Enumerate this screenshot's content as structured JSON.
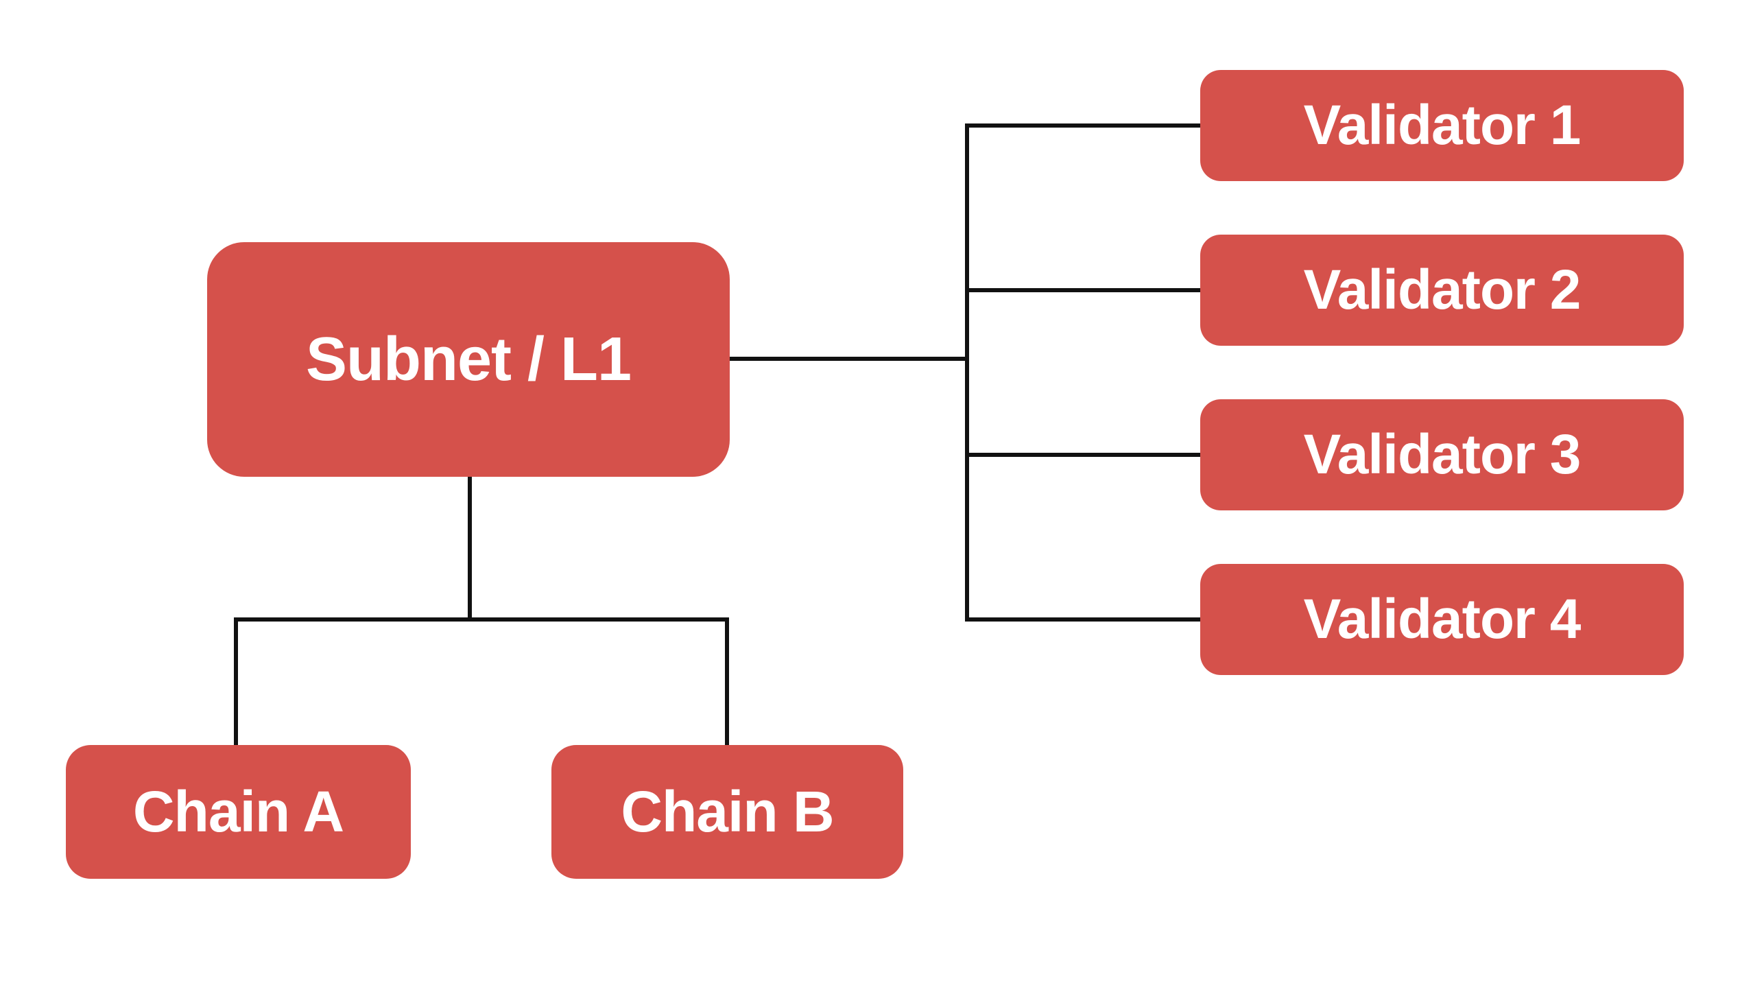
{
  "colors": {
    "background": "#ffffff",
    "node_fill": "#d5514b",
    "node_text": "#ffffff",
    "connector": "#111111"
  },
  "diagram": {
    "nodes": {
      "subnet": {
        "id": "subnet-l1",
        "label": "Subnet / L1"
      },
      "validators": [
        {
          "id": "validator-1",
          "label": "Validator 1"
        },
        {
          "id": "validator-2",
          "label": "Validator 2"
        },
        {
          "id": "validator-3",
          "label": "Validator 3"
        },
        {
          "id": "validator-4",
          "label": "Validator 4"
        }
      ],
      "chains": [
        {
          "id": "chain-a",
          "label": "Chain A"
        },
        {
          "id": "chain-b",
          "label": "Chain B"
        }
      ]
    },
    "edges": [
      {
        "from": "subnet-l1",
        "to": "validator-1"
      },
      {
        "from": "subnet-l1",
        "to": "validator-2"
      },
      {
        "from": "subnet-l1",
        "to": "validator-3"
      },
      {
        "from": "subnet-l1",
        "to": "validator-4"
      },
      {
        "from": "subnet-l1",
        "to": "chain-a"
      },
      {
        "from": "subnet-l1",
        "to": "chain-b"
      }
    ]
  }
}
